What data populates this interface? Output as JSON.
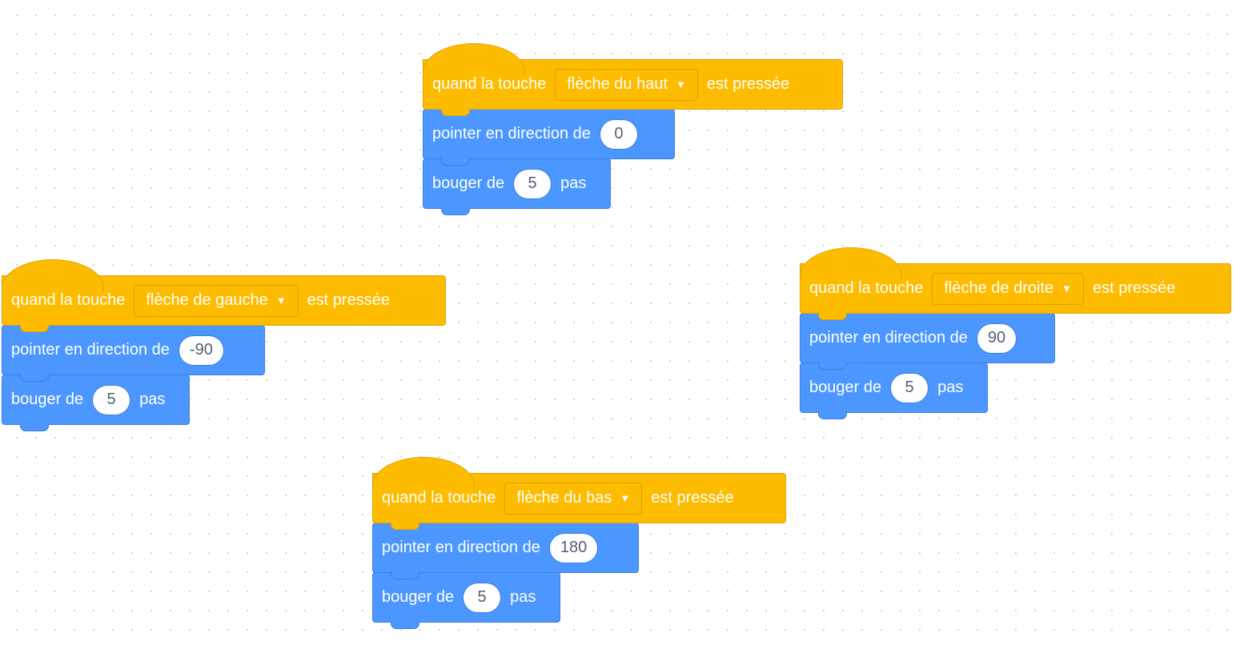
{
  "scripts": [
    {
      "id": "up",
      "event": {
        "prefix": "quand la touche",
        "key_option": "flèche du haut",
        "suffix": "est pressée"
      },
      "point": {
        "label": "pointer en direction de",
        "value": "0"
      },
      "move": {
        "label": "bouger de",
        "value": "5",
        "suffix": "pas"
      }
    },
    {
      "id": "left",
      "event": {
        "prefix": "quand la touche",
        "key_option": "flèche de gauche",
        "suffix": "est pressée"
      },
      "point": {
        "label": "pointer en direction de",
        "value": "-90"
      },
      "move": {
        "label": "bouger de",
        "value": "5",
        "suffix": "pas"
      }
    },
    {
      "id": "right",
      "event": {
        "prefix": "quand la touche",
        "key_option": "flèche de droite",
        "suffix": "est pressée"
      },
      "point": {
        "label": "pointer en direction de",
        "value": "90"
      },
      "move": {
        "label": "bouger de",
        "value": "5",
        "suffix": "pas"
      }
    },
    {
      "id": "down",
      "event": {
        "prefix": "quand la touche",
        "key_option": "flèche du bas",
        "suffix": "est pressée"
      },
      "point": {
        "label": "pointer en direction de",
        "value": "180"
      },
      "move": {
        "label": "bouger de",
        "value": "5",
        "suffix": "pas"
      }
    }
  ],
  "icons": {
    "dropdown": "caret-down-icon",
    "caret_glyph": "▼"
  },
  "colors": {
    "events": "#fdbc00",
    "motion": "#4c97ff",
    "input_text": "#575e75",
    "grid_dot": "#cfd3da"
  }
}
